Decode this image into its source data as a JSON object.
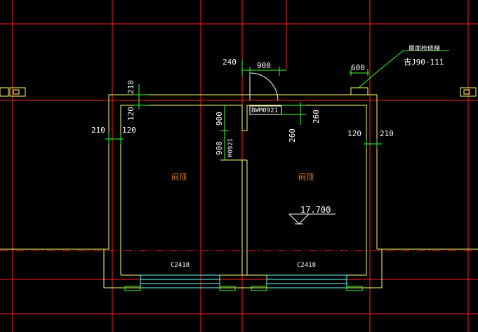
{
  "colors": {
    "background": "#000000",
    "axis_red": "#ff2020",
    "wall_yellow": "#ffff66",
    "dim_green": "#33ff33",
    "text_white": "#ffffff",
    "room_label": "#e8872a",
    "window_cyan": "#66ffff"
  },
  "dimensions": {
    "d240": "240",
    "d900_top": "900",
    "d600": "600",
    "d210_top": "210",
    "d120_left_a": "120",
    "d210_left": "210",
    "d120_left_b": "120",
    "d900_mid_a": "900",
    "d900_mid_b": "900",
    "d260_a": "260",
    "d260_b": "260",
    "d120_right": "120",
    "d210_right": "210"
  },
  "labels": {
    "roof_ladder": "屋面检修梯",
    "roof_ladder_ref": "吉J90-111",
    "door_bwm": "BWM0921",
    "door_m": "M0921",
    "room_left": "闷顶",
    "room_right": "闷顶",
    "elevation": "17.700",
    "window_left": "C2418",
    "window_right": "C2418"
  }
}
